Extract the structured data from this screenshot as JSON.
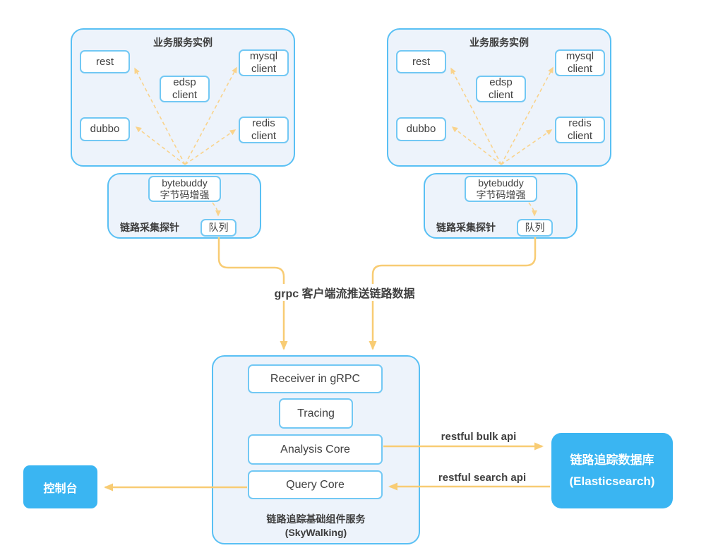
{
  "instance_groups": [
    {
      "title": "业务服务实例",
      "components": {
        "rest": "rest",
        "dubbo": "dubbo",
        "edsp": "edsp\nclient",
        "mysql": "mysql\nclient",
        "redis": "redis\nclient"
      },
      "probe": {
        "label": "链路采集探针",
        "bytebuddy": "bytebuddy\n字节码增强",
        "queue": "队列"
      }
    },
    {
      "title": "业务服务实例",
      "components": {
        "rest": "rest",
        "dubbo": "dubbo",
        "edsp": "edsp\nclient",
        "mysql": "mysql\nclient",
        "redis": "redis\nclient"
      },
      "probe": {
        "label": "链路采集探针",
        "bytebuddy": "bytebuddy\n字节码增强",
        "queue": "队列"
      }
    }
  ],
  "flow": {
    "grpc_label": "grpc 客户端流推送链路数据",
    "bulk_api_label": "restful bulk api",
    "search_api_label": "restful search api"
  },
  "skywalking": {
    "modules": [
      "Receiver in gRPC",
      "Tracing",
      "Analysis Core",
      "Query Core"
    ],
    "caption": "链路追踪基础组件服务\n(SkyWalking)"
  },
  "storage": {
    "label": "链路追踪数据库\n(Elasticsearch)"
  },
  "console": {
    "label": "控制台"
  },
  "colors": {
    "container_fill": "#edf3fb",
    "container_border": "#59c0f4",
    "node_border": "#72c8f4",
    "solid_arrow": "#f8cc74",
    "dashed_arrow": "#f9d38c",
    "accent_blue": "#3ab5f2",
    "text_dark": "#3c3c3c"
  }
}
